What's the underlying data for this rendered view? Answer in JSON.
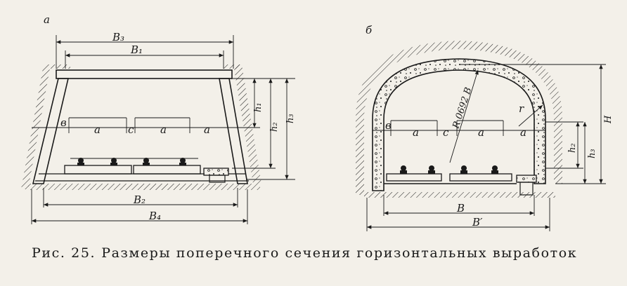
{
  "figure": {
    "panel_a_label": "а",
    "panel_b_label": "б",
    "caption_prefix": "Рис. 25.",
    "caption_text": "Размеры поперечного сечения горизонтальных выработок"
  },
  "panel_a": {
    "dims": {
      "B3": "B₃",
      "B1": "B₁",
      "B2": "B₂",
      "B4": "B₄",
      "h1": "h₁",
      "h2": "h₂",
      "h3": "h₃",
      "b": "в",
      "a1": "a",
      "c": "c",
      "a2": "a",
      "a3": "a"
    }
  },
  "panel_b": {
    "dims": {
      "R": "R 0692 B",
      "r": "r",
      "H": "H",
      "h2": "h₂",
      "h3": "h₃",
      "b": "в",
      "a1": "a",
      "c": "c",
      "a2": "a",
      "a3": "a",
      "B": "B",
      "Bprime": "B′"
    }
  }
}
